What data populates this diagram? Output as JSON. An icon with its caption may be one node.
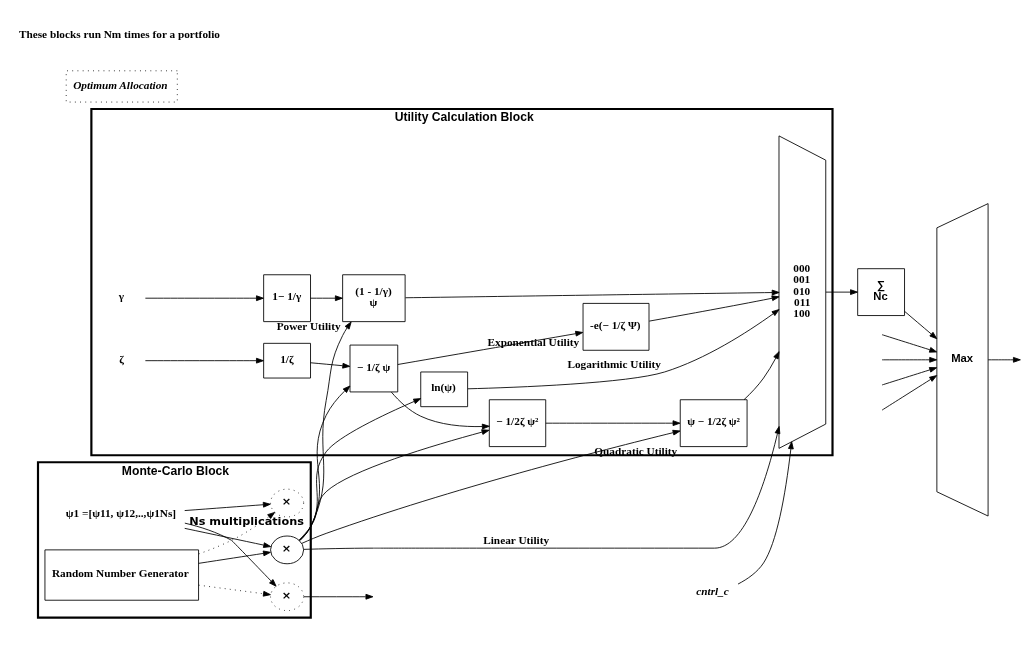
{
  "diagram": {
    "nodes": [
      {
        "text": [
          "Monte-Carlo Block"
        ]
      },
      {
        "text": [
          "Random Number Generator"
        ],
        "in": 0
      },
      {
        "text": [
          "ψ1 =[ψ11, ψ12,..,ψ1Ns]"
        ],
        "in": 0
      },
      {
        "text": [
          "×"
        ],
        "in": 0
      },
      {
        "text": [
          "×"
        ],
        "in": 0
      },
      {
        "text": [
          "×"
        ],
        "in": 0,
        "beside": [
          "Ns multiplications"
        ]
      },
      {
        "text": [
          "Utility Calculation Block"
        ]
      },
      {
        "text": [
          "ln(ψ)"
        ],
        "in": 6
      },
      {
        "text": [
          "ζ"
        ],
        "in": 6
      },
      {
        "text": [
          "1/ζ"
        ],
        "in": 6
      },
      {
        "text": [
          "− 1/ζ ψ"
        ],
        "in": 6
      },
      {
        "text": [
          "-e(− 1/ζ Ψ)"
        ],
        "in": 6,
        "beside": [
          "Exponential Utility"
        ]
      },
      {
        "text": [
          "− 1/2ζ ψ²"
        ],
        "in": 6
      },
      {
        "text": [
          "ψ − 1/2ζ ψ²"
        ],
        "in": 6,
        "beside": [
          "Quadratic Utility"
        ]
      },
      {
        "text": [
          "γ"
        ],
        "in": 6
      },
      {
        "text": [
          "1− 1/γ"
        ],
        "in": 6
      },
      {
        "text": [
          "(1 - 1/γ)",
          "ψ"
        ],
        "in": 6,
        "beside": [
          "Power Utility"
        ]
      },
      {
        "text": [
          "000",
          "001",
          "010",
          "011",
          "100"
        ],
        "in": 6
      },
      {
        "text": [
          "∑",
          "Nc"
        ]
      },
      {
        "text": [
          "Max"
        ]
      },
      {
        "text": [
          "Optimum Allocation"
        ]
      },
      {
        "text": [
          "cntrl_c"
        ]
      }
    ],
    "edges": [
      {
        "from": 1,
        "to": 3,
        "arrow": "to"
      },
      {
        "from": 1,
        "to": 4,
        "arrow": "to",
        "style": "dashed"
      },
      {
        "from": 1,
        "to": 5,
        "arrow": "to",
        "style": "dashed"
      },
      {
        "from": 2,
        "to": 3,
        "arrow": "to"
      },
      {
        "from": 2,
        "to": 4,
        "arrow": "to"
      },
      {
        "from": 2,
        "to": 5,
        "arrow": "to"
      },
      {
        "from": 4,
        "to": null,
        "arrow": "to"
      },
      {
        "from": 3,
        "to": 17,
        "arrow": "to",
        "label": "Linear Utility"
      },
      {
        "from": 3,
        "to": 7,
        "arrow": "to"
      },
      {
        "from": 7,
        "to": 17,
        "arrow": "to",
        "label": "Logarithmic Utility"
      },
      {
        "from": 3,
        "to": 10,
        "arrow": "to"
      },
      {
        "from": 8,
        "to": 9,
        "arrow": "to"
      },
      {
        "from": 9,
        "to": 10,
        "arrow": "to"
      },
      {
        "from": 10,
        "to": 11,
        "arrow": "to"
      },
      {
        "from": 11,
        "to": 17,
        "arrow": "to"
      },
      {
        "from": 10,
        "to": 12,
        "arrow": "to"
      },
      {
        "from": 3,
        "to": 12,
        "arrow": "to"
      },
      {
        "from": 12,
        "to": 13,
        "arrow": "to"
      },
      {
        "from": 3,
        "to": 13,
        "arrow": "to"
      },
      {
        "from": 13,
        "to": 17,
        "arrow": "to"
      },
      {
        "from": 3,
        "to": 16,
        "arrow": "to"
      },
      {
        "from": 14,
        "to": 15,
        "arrow": "to"
      },
      {
        "from": 15,
        "to": 16,
        "arrow": "to"
      },
      {
        "from": 16,
        "to": 17,
        "arrow": "to"
      },
      {
        "from": 21,
        "to": 17,
        "arrow": "to"
      },
      {
        "from": 17,
        "to": 18,
        "arrow": "to"
      },
      {
        "from": 18,
        "to": 19,
        "arrow": "to"
      },
      {
        "from": null,
        "to": 19,
        "arrow": "to"
      },
      {
        "from": null,
        "to": 19,
        "arrow": "to"
      },
      {
        "from": null,
        "to": 19,
        "arrow": "to"
      },
      {
        "from": null,
        "to": 19,
        "arrow": "to"
      },
      {
        "from": 19,
        "to": null,
        "arrow": "to"
      }
    ],
    "labels": [
      "These blocks run Nm times for a portfolio"
    ]
  }
}
